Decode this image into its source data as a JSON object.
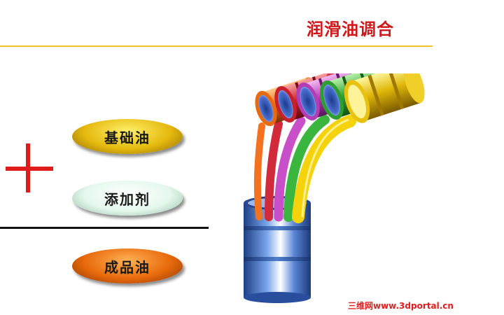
{
  "title": "润滑油调合",
  "operator_symbol": "plus",
  "components": {
    "base_oil": "基础油",
    "additive": "添加剂",
    "finished_oil": "成品油"
  },
  "watermark": "三维网www.3dportal.cn",
  "colors": {
    "title": "#d0181b",
    "rule": "#f2c12e",
    "plus": "#e01b1b",
    "base_oil": "#e5b90e",
    "additive": "#e4f8ec",
    "finished_oil": "#e86a0c",
    "drum": "#3a6ec8"
  },
  "streams": [
    {
      "color": "#f4721f"
    },
    {
      "color": "#d12a3a"
    },
    {
      "color": "#c94fc9"
    },
    {
      "color": "#3ab63f"
    },
    {
      "color": "#f4d20c"
    }
  ]
}
